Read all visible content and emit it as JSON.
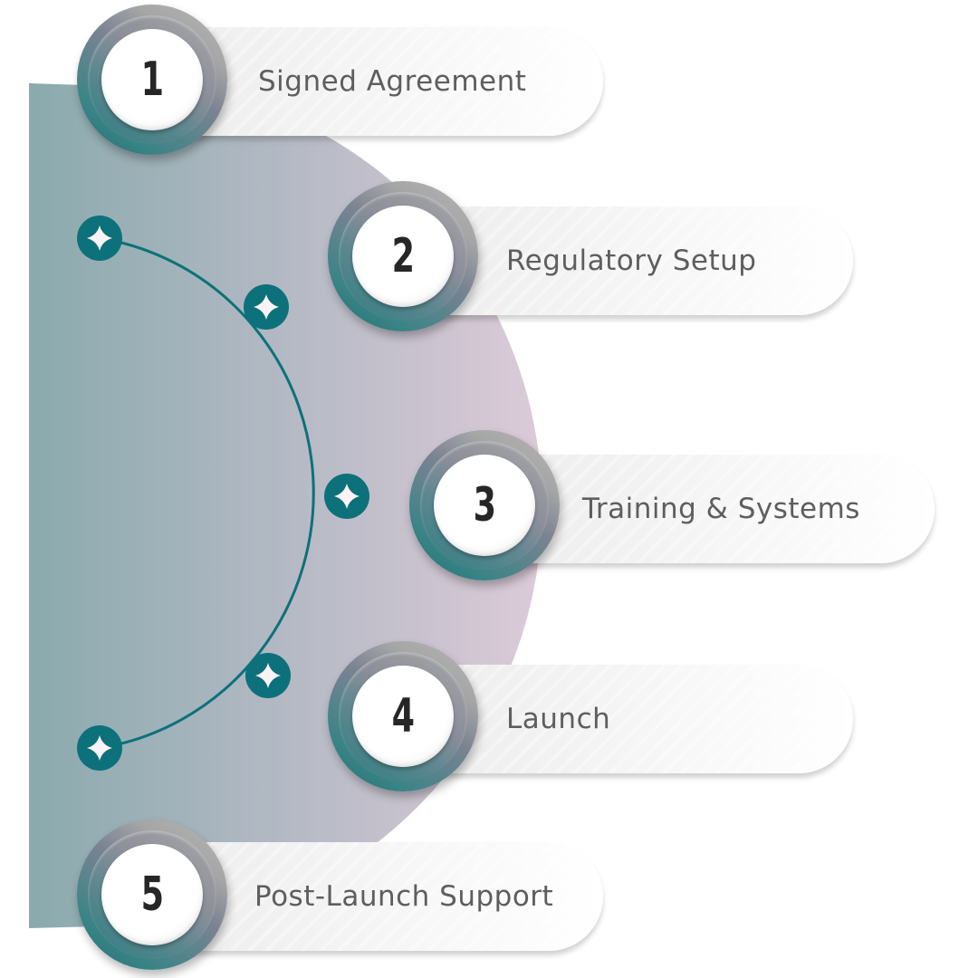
{
  "steps": [
    {
      "number": "1",
      "label": "Signed Agreement"
    },
    {
      "number": "2",
      "label": "Regulatory Setup"
    },
    {
      "number": "3",
      "label": "Training & Systems"
    },
    {
      "number": "4",
      "label": "Launch"
    },
    {
      "number": "5",
      "label": "Post-Launch Support"
    }
  ],
  "arc_markers": [
    {
      "icon": "sparkle-icon"
    },
    {
      "icon": "sparkle-icon"
    },
    {
      "icon": "sparkle-icon"
    },
    {
      "icon": "sparkle-icon"
    },
    {
      "icon": "sparkle-icon"
    }
  ],
  "colors": {
    "accent_teal": "#0c717a",
    "backdrop_left": "#8aaaad",
    "backdrop_right": "#dccbd8",
    "label_text": "#5e5e5e",
    "number_text": "#262626"
  }
}
